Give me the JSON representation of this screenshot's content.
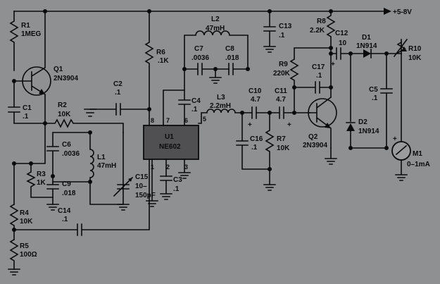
{
  "supply": "+5-8V",
  "r1": {
    "ref": "R1",
    "value": "1MEG"
  },
  "q1": {
    "ref": "Q1",
    "value": "2N3904"
  },
  "c1": {
    "ref": "C1",
    "value": ".1"
  },
  "r2": {
    "ref": "R2",
    "value": "10K"
  },
  "r3": {
    "ref": "R3",
    "value": "1K"
  },
  "r4": {
    "ref": "R4",
    "value": "10K"
  },
  "r5": {
    "ref": "R5",
    "value": "100Ω"
  },
  "c6": {
    "ref": "C6",
    "value": ".0036"
  },
  "c9": {
    "ref": "C9",
    "value": ".018"
  },
  "l1": {
    "ref": "L1",
    "value": "47mH"
  },
  "c15": {
    "ref": "C15",
    "value1": "10–",
    "value2": "150pF"
  },
  "c14": {
    "ref": "C14",
    "value": ".1"
  },
  "c2": {
    "ref": "C2",
    "value": ".1"
  },
  "r6": {
    "ref": "R6",
    "value": ".1K"
  },
  "l2": {
    "ref": "L2",
    "value": "47mH"
  },
  "c7": {
    "ref": "C7",
    "value": ".0036"
  },
  "c8": {
    "ref": "C8",
    "value": ".018"
  },
  "c4": {
    "ref": "C4",
    "value": ".1"
  },
  "u1": {
    "ref": "U1",
    "value": "NE602",
    "pins": [
      "8",
      "7",
      "6",
      "5",
      "1",
      "2",
      "3"
    ]
  },
  "c3": {
    "ref": "C3",
    "value": ".1"
  },
  "l3": {
    "ref": "L3",
    "value": "2.2mH"
  },
  "c10": {
    "ref": "C10",
    "value": "4.7"
  },
  "c11": {
    "ref": "C11",
    "value": "4.7"
  },
  "c16": {
    "ref": "C16",
    "value": ".1"
  },
  "r7": {
    "ref": "R7",
    "value": "10K"
  },
  "c13": {
    "ref": "C13",
    "value": ".1"
  },
  "r8": {
    "ref": "R8",
    "value": "2.2K"
  },
  "r9": {
    "ref": "R9",
    "value": "220K"
  },
  "c12": {
    "ref": "C12",
    "value": "10"
  },
  "c17": {
    "ref": "C17",
    "value": ".1"
  },
  "q2": {
    "ref": "Q2",
    "value": "2N3904"
  },
  "d1": {
    "ref": "D1",
    "value": "1N914"
  },
  "d2": {
    "ref": "D2",
    "value": "1N914"
  },
  "r10": {
    "ref": "R10",
    "value": "10K"
  },
  "c5": {
    "ref": "C5",
    "value": ".1"
  },
  "m1": {
    "ref": "M1",
    "value": "0–1mA"
  },
  "plus": "+"
}
